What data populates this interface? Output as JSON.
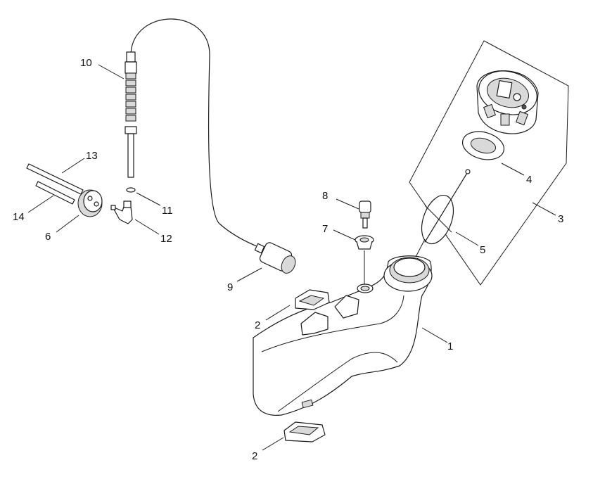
{
  "colors": {
    "line": "#1a1a1a",
    "background": "#ffffff",
    "shade": "#d9d9d9"
  },
  "callouts": [
    {
      "id": "c1",
      "label": "1"
    },
    {
      "id": "c2a",
      "label": "2"
    },
    {
      "id": "c2b",
      "label": "2"
    },
    {
      "id": "c3",
      "label": "3"
    },
    {
      "id": "c4",
      "label": "4"
    },
    {
      "id": "c5",
      "label": "5"
    },
    {
      "id": "c6",
      "label": "6"
    },
    {
      "id": "c7",
      "label": "7"
    },
    {
      "id": "c8",
      "label": "8"
    },
    {
      "id": "c9",
      "label": "9"
    },
    {
      "id": "c10",
      "label": "10"
    },
    {
      "id": "c11",
      "label": "11"
    },
    {
      "id": "c12",
      "label": "12"
    },
    {
      "id": "c13",
      "label": "13"
    },
    {
      "id": "c14",
      "label": "14"
    }
  ]
}
